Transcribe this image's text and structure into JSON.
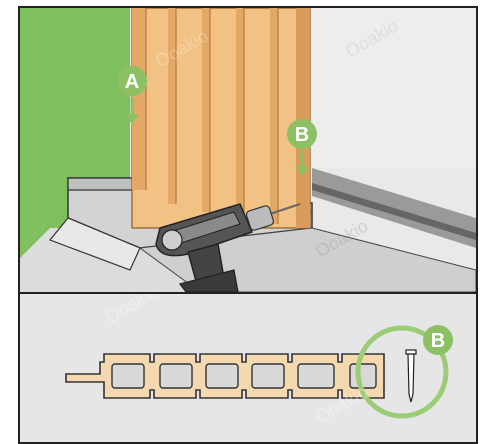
{
  "markers": {
    "a_label": "A",
    "b_label": "B",
    "detail_label": "B"
  },
  "watermark": {
    "text": "Ooakio"
  },
  "colors": {
    "wall_green": "#7fbf5e",
    "wood": "#f2c184",
    "wood_dark": "#d99c5a",
    "marker_green": "#8cc063",
    "detail_circle": "#9ccc75",
    "sill_gray": "#d6d6d6",
    "panel_bg": "#e6e6e6"
  },
  "icons": {
    "drill": "drill-icon",
    "arrow": "arrow-down-icon",
    "screw": "screw-icon"
  }
}
